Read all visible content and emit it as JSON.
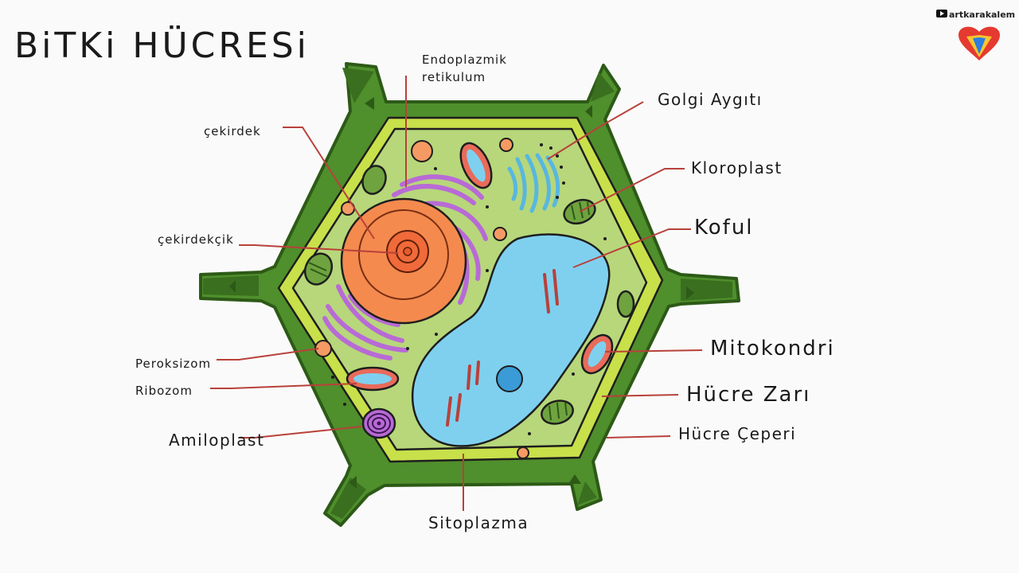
{
  "title": "BiTKi HÜCRESi",
  "brand": {
    "channel": "artkarakalem",
    "icon": "youtube-icon",
    "logo": "heart-logo-icon"
  },
  "labels": {
    "endoplazmik_1": "Endoplazmik",
    "endoplazmik_2": "retikulum",
    "golgi": "Golgi Aygıtı",
    "cekirdek": "çekirdek",
    "kloroplast": "Kloroplast",
    "koful": "Koful",
    "cekirdekcik": "çekirdekçik",
    "mitokondri": "Mitokondri",
    "peroksizom": "Peroksizom",
    "hucre_zari": "Hücre Zarı",
    "ribozom": "Ribozom",
    "hucre_ceperi": "Hücre Çeperi",
    "amiloplast": "Amiloplast",
    "sitoplazma": "Sitoplazma"
  },
  "colors": {
    "cell_wall": "#4f8f2c",
    "cell_wall_dark": "#3a6f1f",
    "membrane": "#c8e04a",
    "cytoplasm": "#b7d77a",
    "nucleus": "#f48a4e",
    "nucleolus": "#f06a3a",
    "vacuole": "#7fd0ef",
    "er": "#b86ad6",
    "golgi": "#58b7e0",
    "mitochondria": "#e96b5a",
    "chloroplast": "#6fa33f",
    "leader_line": "#b8413a"
  }
}
